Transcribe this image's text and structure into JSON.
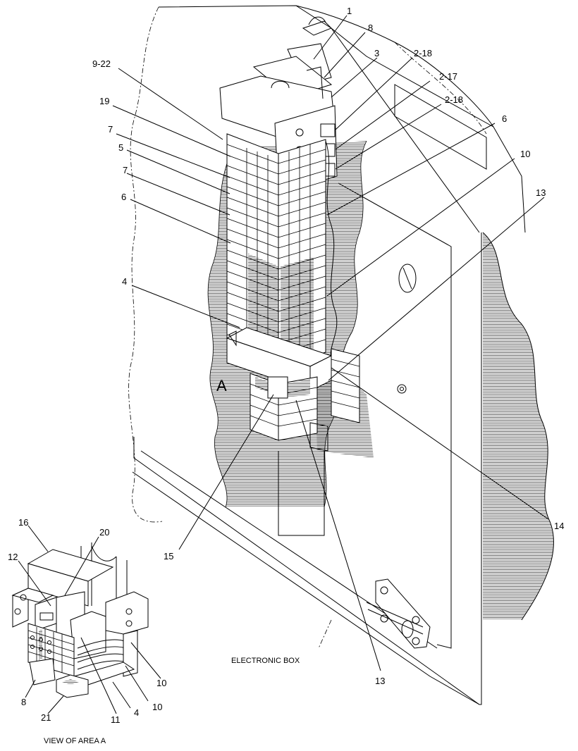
{
  "callouts": {
    "c1": "1",
    "c8": "8",
    "c3": "3",
    "c2_18a": "2-18",
    "c2_17": "2-17",
    "c2_18b": "2-18",
    "c9_22": "9-22",
    "c19": "19",
    "c7a": "7",
    "c5": "5",
    "c7b": "7",
    "c6a": "6",
    "c6b": "6",
    "c10": "10",
    "c13a": "13",
    "c4": "4",
    "cA": "A",
    "c15": "15",
    "c13b": "13",
    "c14": "14"
  },
  "inset": {
    "c16": "16",
    "c20": "20",
    "c12": "12",
    "c10a": "10",
    "c10b": "10",
    "c8": "8",
    "c21": "21",
    "c11": "11",
    "c4": "4"
  },
  "captions": {
    "electronic_box": "ELECTRONIC BOX",
    "view_of_area": "VIEW OF AREA  A"
  }
}
